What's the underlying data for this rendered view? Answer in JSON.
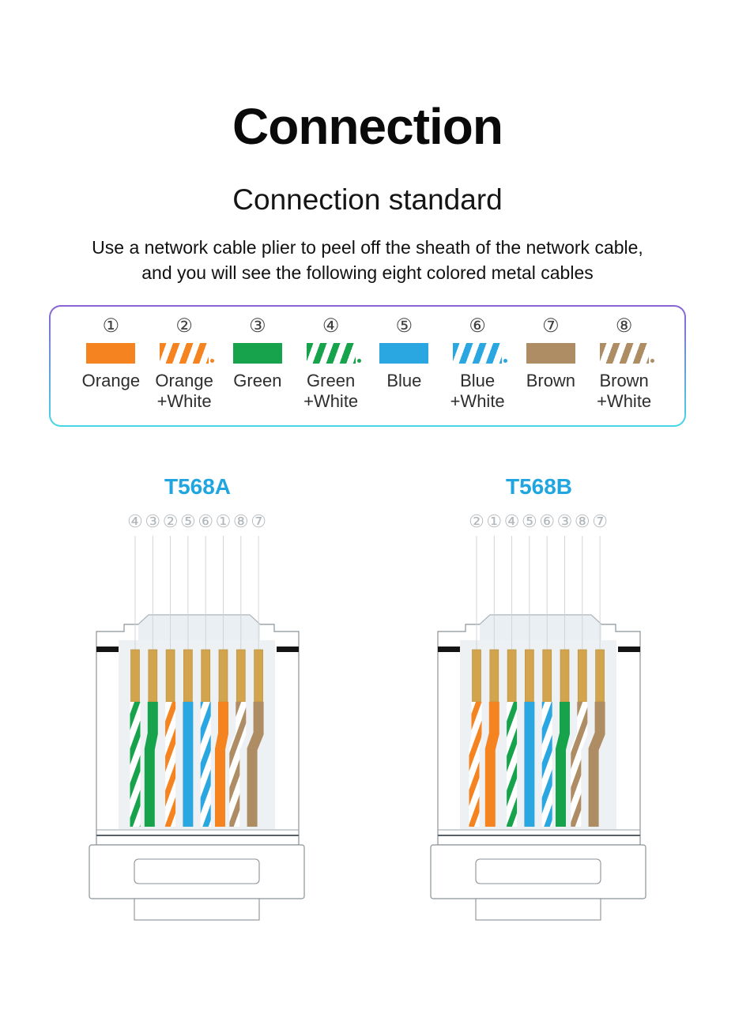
{
  "page": {
    "title": "Connection",
    "subtitle": "Connection standard",
    "description_line1": "Use a network cable plier to peel off the sheath of the network cable,",
    "description_line2": "and you will see the following eight colored metal cables"
  },
  "colors": {
    "orange": "#F5831F",
    "green": "#17A34B",
    "blue": "#2AA7E0",
    "brown": "#AE8C64",
    "pin_gold": "#D2A44E",
    "accent_blue": "#1FA6E0",
    "legend_border_top": "#8A63D2",
    "legend_border_bottom": "#46D6E7"
  },
  "legend": {
    "items": [
      {
        "number": "①",
        "name": "orange",
        "label_lines": [
          "Orange"
        ],
        "striped": false,
        "color_key": "orange"
      },
      {
        "number": "②",
        "name": "orange-white",
        "label_lines": [
          "Orange",
          "+White"
        ],
        "striped": true,
        "color_key": "orange"
      },
      {
        "number": "③",
        "name": "green",
        "label_lines": [
          "Green"
        ],
        "striped": false,
        "color_key": "green"
      },
      {
        "number": "④",
        "name": "green-white",
        "label_lines": [
          "Green",
          "+White"
        ],
        "striped": true,
        "color_key": "green"
      },
      {
        "number": "⑤",
        "name": "blue",
        "label_lines": [
          "Blue"
        ],
        "striped": false,
        "color_key": "blue"
      },
      {
        "number": "⑥",
        "name": "blue-white",
        "label_lines": [
          "Blue",
          "+White"
        ],
        "striped": true,
        "color_key": "blue"
      },
      {
        "number": "⑦",
        "name": "brown",
        "label_lines": [
          "Brown"
        ],
        "striped": false,
        "color_key": "brown"
      },
      {
        "number": "⑧",
        "name": "brown-white",
        "label_lines": [
          "Brown",
          "+White"
        ],
        "striped": true,
        "color_key": "brown"
      }
    ]
  },
  "diagrams": [
    {
      "title": "T568A",
      "pin_numbers": [
        "④",
        "③",
        "②",
        "⑤",
        "⑥",
        "①",
        "⑧",
        "⑦"
      ],
      "wires": [
        {
          "color_key": "green",
          "striped": true,
          "jog": 0
        },
        {
          "color_key": "green",
          "striped": false,
          "jog": -4
        },
        {
          "color_key": "orange",
          "striped": true,
          "jog": 0
        },
        {
          "color_key": "blue",
          "striped": false,
          "jog": 0
        },
        {
          "color_key": "blue",
          "striped": true,
          "jog": 0
        },
        {
          "color_key": "orange",
          "striped": false,
          "jog": -4
        },
        {
          "color_key": "brown",
          "striped": true,
          "jog": -8
        },
        {
          "color_key": "brown",
          "striped": false,
          "jog": -8
        }
      ]
    },
    {
      "title": "T568B",
      "pin_numbers": [
        "②",
        "①",
        "④",
        "⑤",
        "⑥",
        "③",
        "⑧",
        "⑦"
      ],
      "wires": [
        {
          "color_key": "orange",
          "striped": true,
          "jog": -3
        },
        {
          "color_key": "orange",
          "striped": false,
          "jog": -5
        },
        {
          "color_key": "green",
          "striped": true,
          "jog": 0
        },
        {
          "color_key": "blue",
          "striped": false,
          "jog": 0
        },
        {
          "color_key": "blue",
          "striped": true,
          "jog": 0
        },
        {
          "color_key": "green",
          "striped": false,
          "jog": -5
        },
        {
          "color_key": "brown",
          "striped": true,
          "jog": -8
        },
        {
          "color_key": "brown",
          "striped": false,
          "jog": -8
        }
      ]
    }
  ]
}
